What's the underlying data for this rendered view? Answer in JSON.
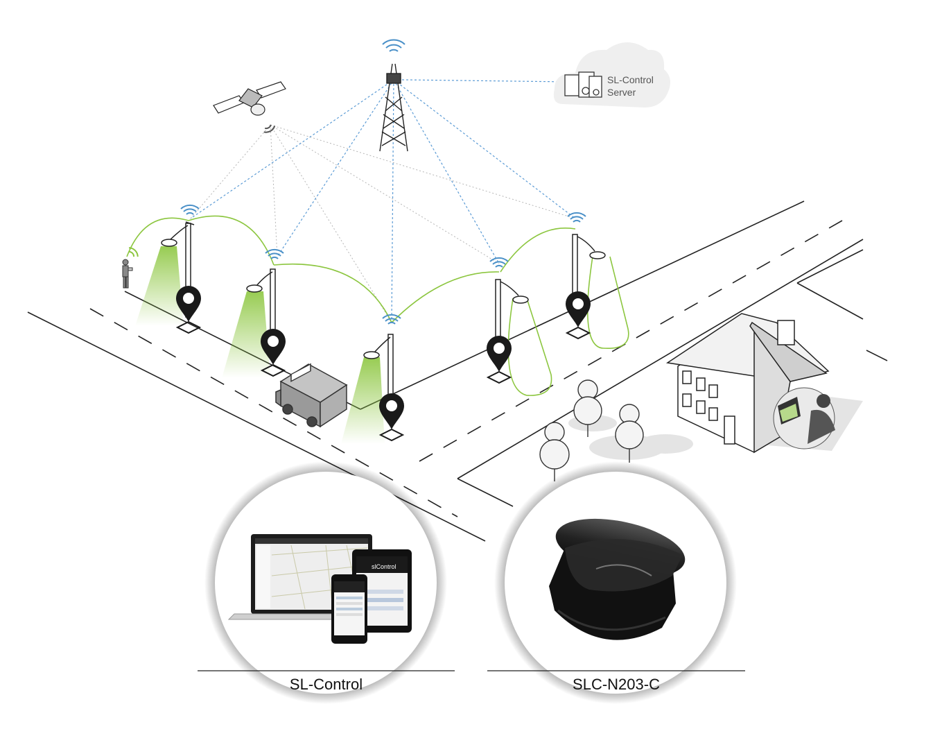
{
  "server": {
    "line1": "SL-Control",
    "line2": "Server"
  },
  "products": [
    {
      "caption": "SL-Control"
    },
    {
      "caption": "SLC-N203-C"
    }
  ],
  "devices": {
    "app_logo_text": "slControl"
  },
  "colors": {
    "mesh_link": "#8cc63f",
    "radio_link": "#5b9bd5",
    "satellite_link": "#aaaaaa",
    "wifi_blue": "#4a90c8",
    "wifi_green": "#8cc63f",
    "marker": "#1a1a1a"
  }
}
